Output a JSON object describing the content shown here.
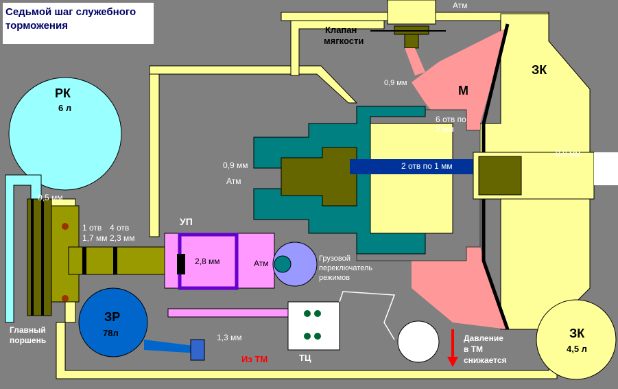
{
  "title": [
    "Седьмой шаг служебного",
    "торможения"
  ],
  "labels": {
    "atm_top": "Атм",
    "soft_valve": [
      "Клапан",
      "мягкости"
    ],
    "zk_label": "ЗК",
    "m_label": "М",
    "d_09_top": "0,9 мм",
    "holes_6x2": [
      "6 отв по",
      "2 мм"
    ],
    "d_08": "0,8 мм",
    "holes_2x1": "2 отв по 1 мм",
    "d_09_left": "0,9 мм",
    "atm_left": "Атм",
    "rk": "РК",
    "rk_vol": "6 л",
    "d_05": "0,5 мм",
    "holes_1": [
      "1 отв",
      "1,7 мм"
    ],
    "holes_4": [
      "4 отв",
      "2,3 мм"
    ],
    "up": "УП",
    "d_28": "2,8 мм",
    "atm_mid": "Атм",
    "load_switch": [
      "Грузовой",
      "переключатель",
      "режимов"
    ],
    "zr": "ЗР",
    "zr_vol": "78л",
    "main_piston": [
      "Главный",
      "поршень"
    ],
    "d_13": "1,3 мм",
    "from_tm": "Из ТМ",
    "tc": "ТЦ",
    "pressure_note": [
      "Давление",
      "в ТМ",
      "снижается"
    ],
    "zk2": "ЗК",
    "zk2_vol": "4,5 л"
  },
  "colors": {
    "background": "#808080",
    "yellow": "#FFFF99",
    "cyan": "#99FFFF",
    "teal": "#008080",
    "olive": "#666600",
    "pink": "#FF9999",
    "blue": "#0066CC",
    "purple": "#6600CC",
    "lavender": "#9999FF",
    "brown": "#993300",
    "red": "#FF0000"
  }
}
